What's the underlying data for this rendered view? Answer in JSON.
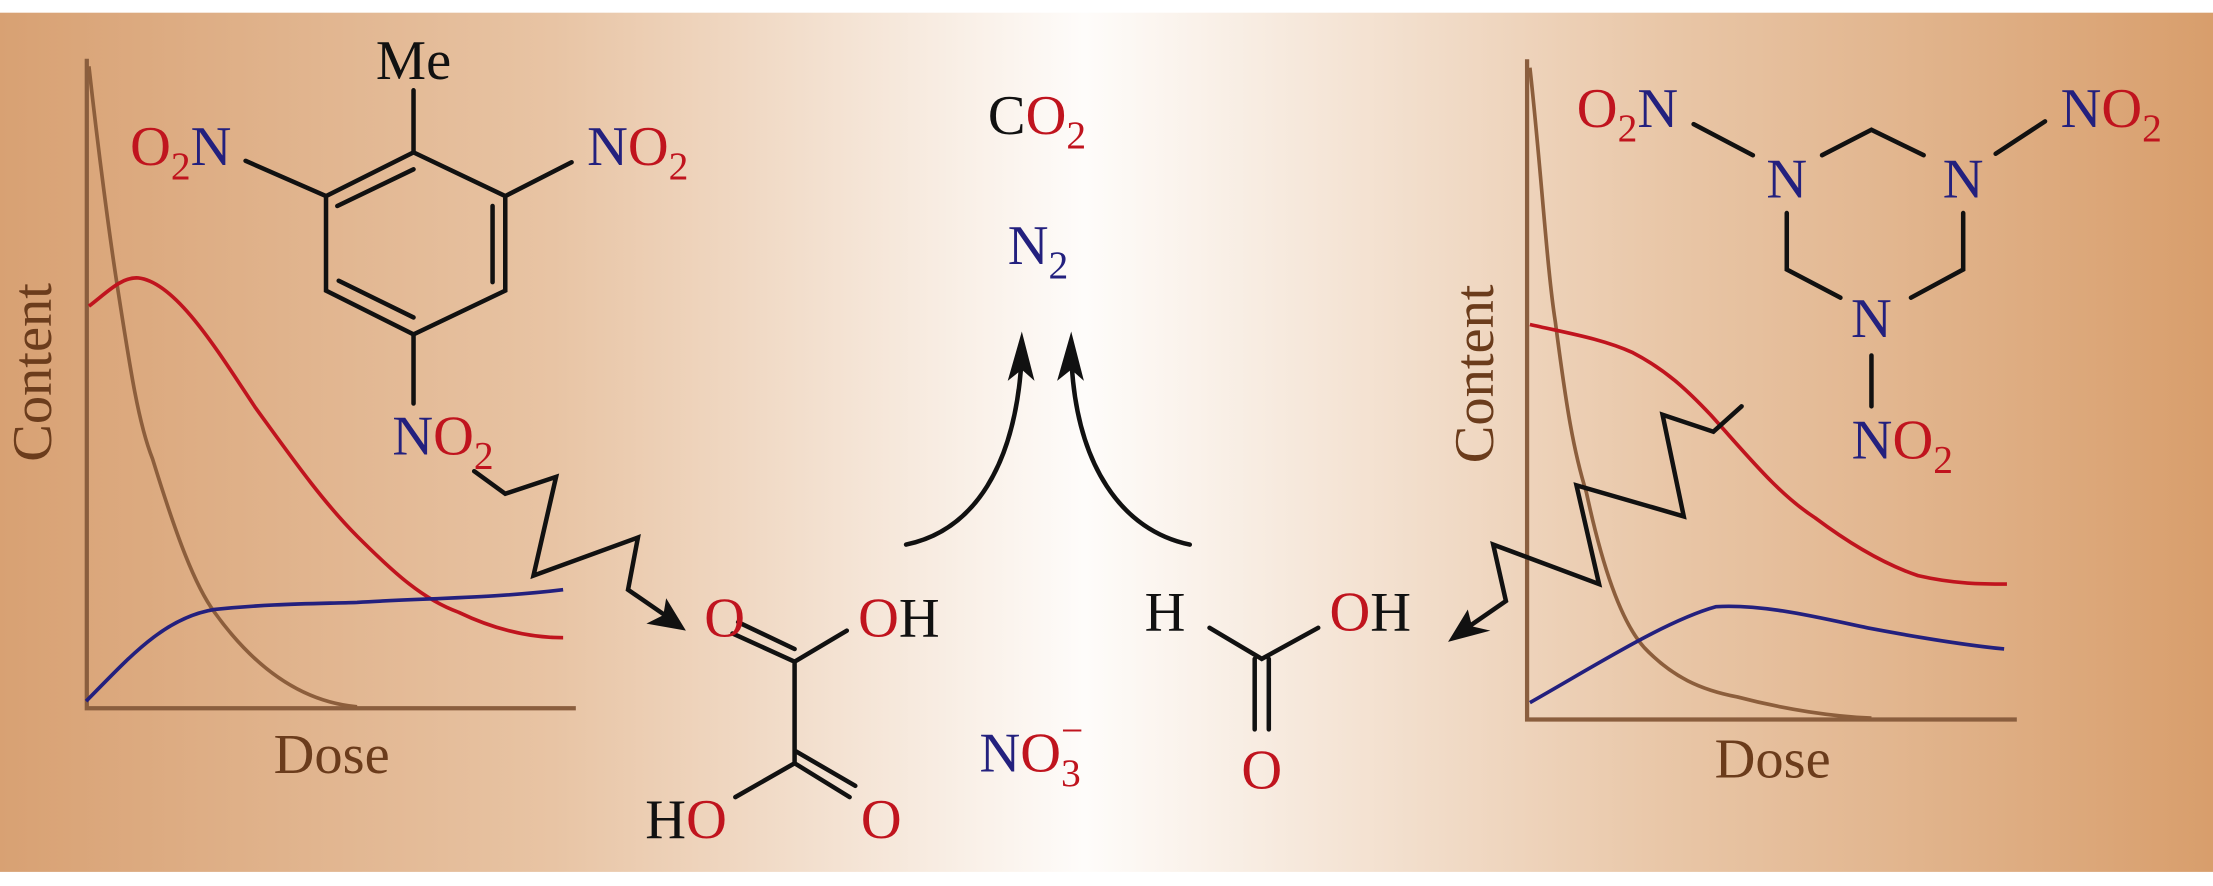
{
  "colors": {
    "red": "#c0141e",
    "blue": "#23207e",
    "brown_curve": "#8c5e3c",
    "label_brown": "#6b3c1c"
  },
  "left_plot": {
    "xlabel": "Dose",
    "ylabel": "Content"
  },
  "right_plot": {
    "xlabel": "Dose",
    "ylabel": "Content"
  },
  "tnt": {
    "me": "Me",
    "left_group": {
      "o": "O",
      "sub": "2",
      "n": "N"
    },
    "right_group": {
      "n": "N",
      "o": "O",
      "sub": "2"
    },
    "bottom_group": {
      "n": "N",
      "o": "O",
      "sub": "2"
    }
  },
  "rdx": {
    "ring_n": "N",
    "left_group": {
      "o": "O",
      "sub": "2",
      "n": "N"
    },
    "right_group": {
      "n": "N",
      "o": "O",
      "sub": "2"
    },
    "bottom_group": {
      "n": "N",
      "o": "O",
      "sub": "2"
    }
  },
  "products": {
    "co2": {
      "c": "C",
      "o": "O",
      "sub": "2"
    },
    "n2": {
      "n": "N",
      "sub": "2"
    },
    "nitrate": {
      "n": "N",
      "o": "O",
      "sub": "3",
      "charge": "−"
    }
  },
  "oxalic_acid": {
    "o_top": "O",
    "oh_top": {
      "o": "O",
      "h": "H"
    },
    "ho_bottom": {
      "h": "H",
      "o": "O"
    },
    "o_bottom": "O"
  },
  "formic_acid": {
    "h": "H",
    "oh": {
      "o": "O",
      "h": "H"
    },
    "o": "O"
  }
}
